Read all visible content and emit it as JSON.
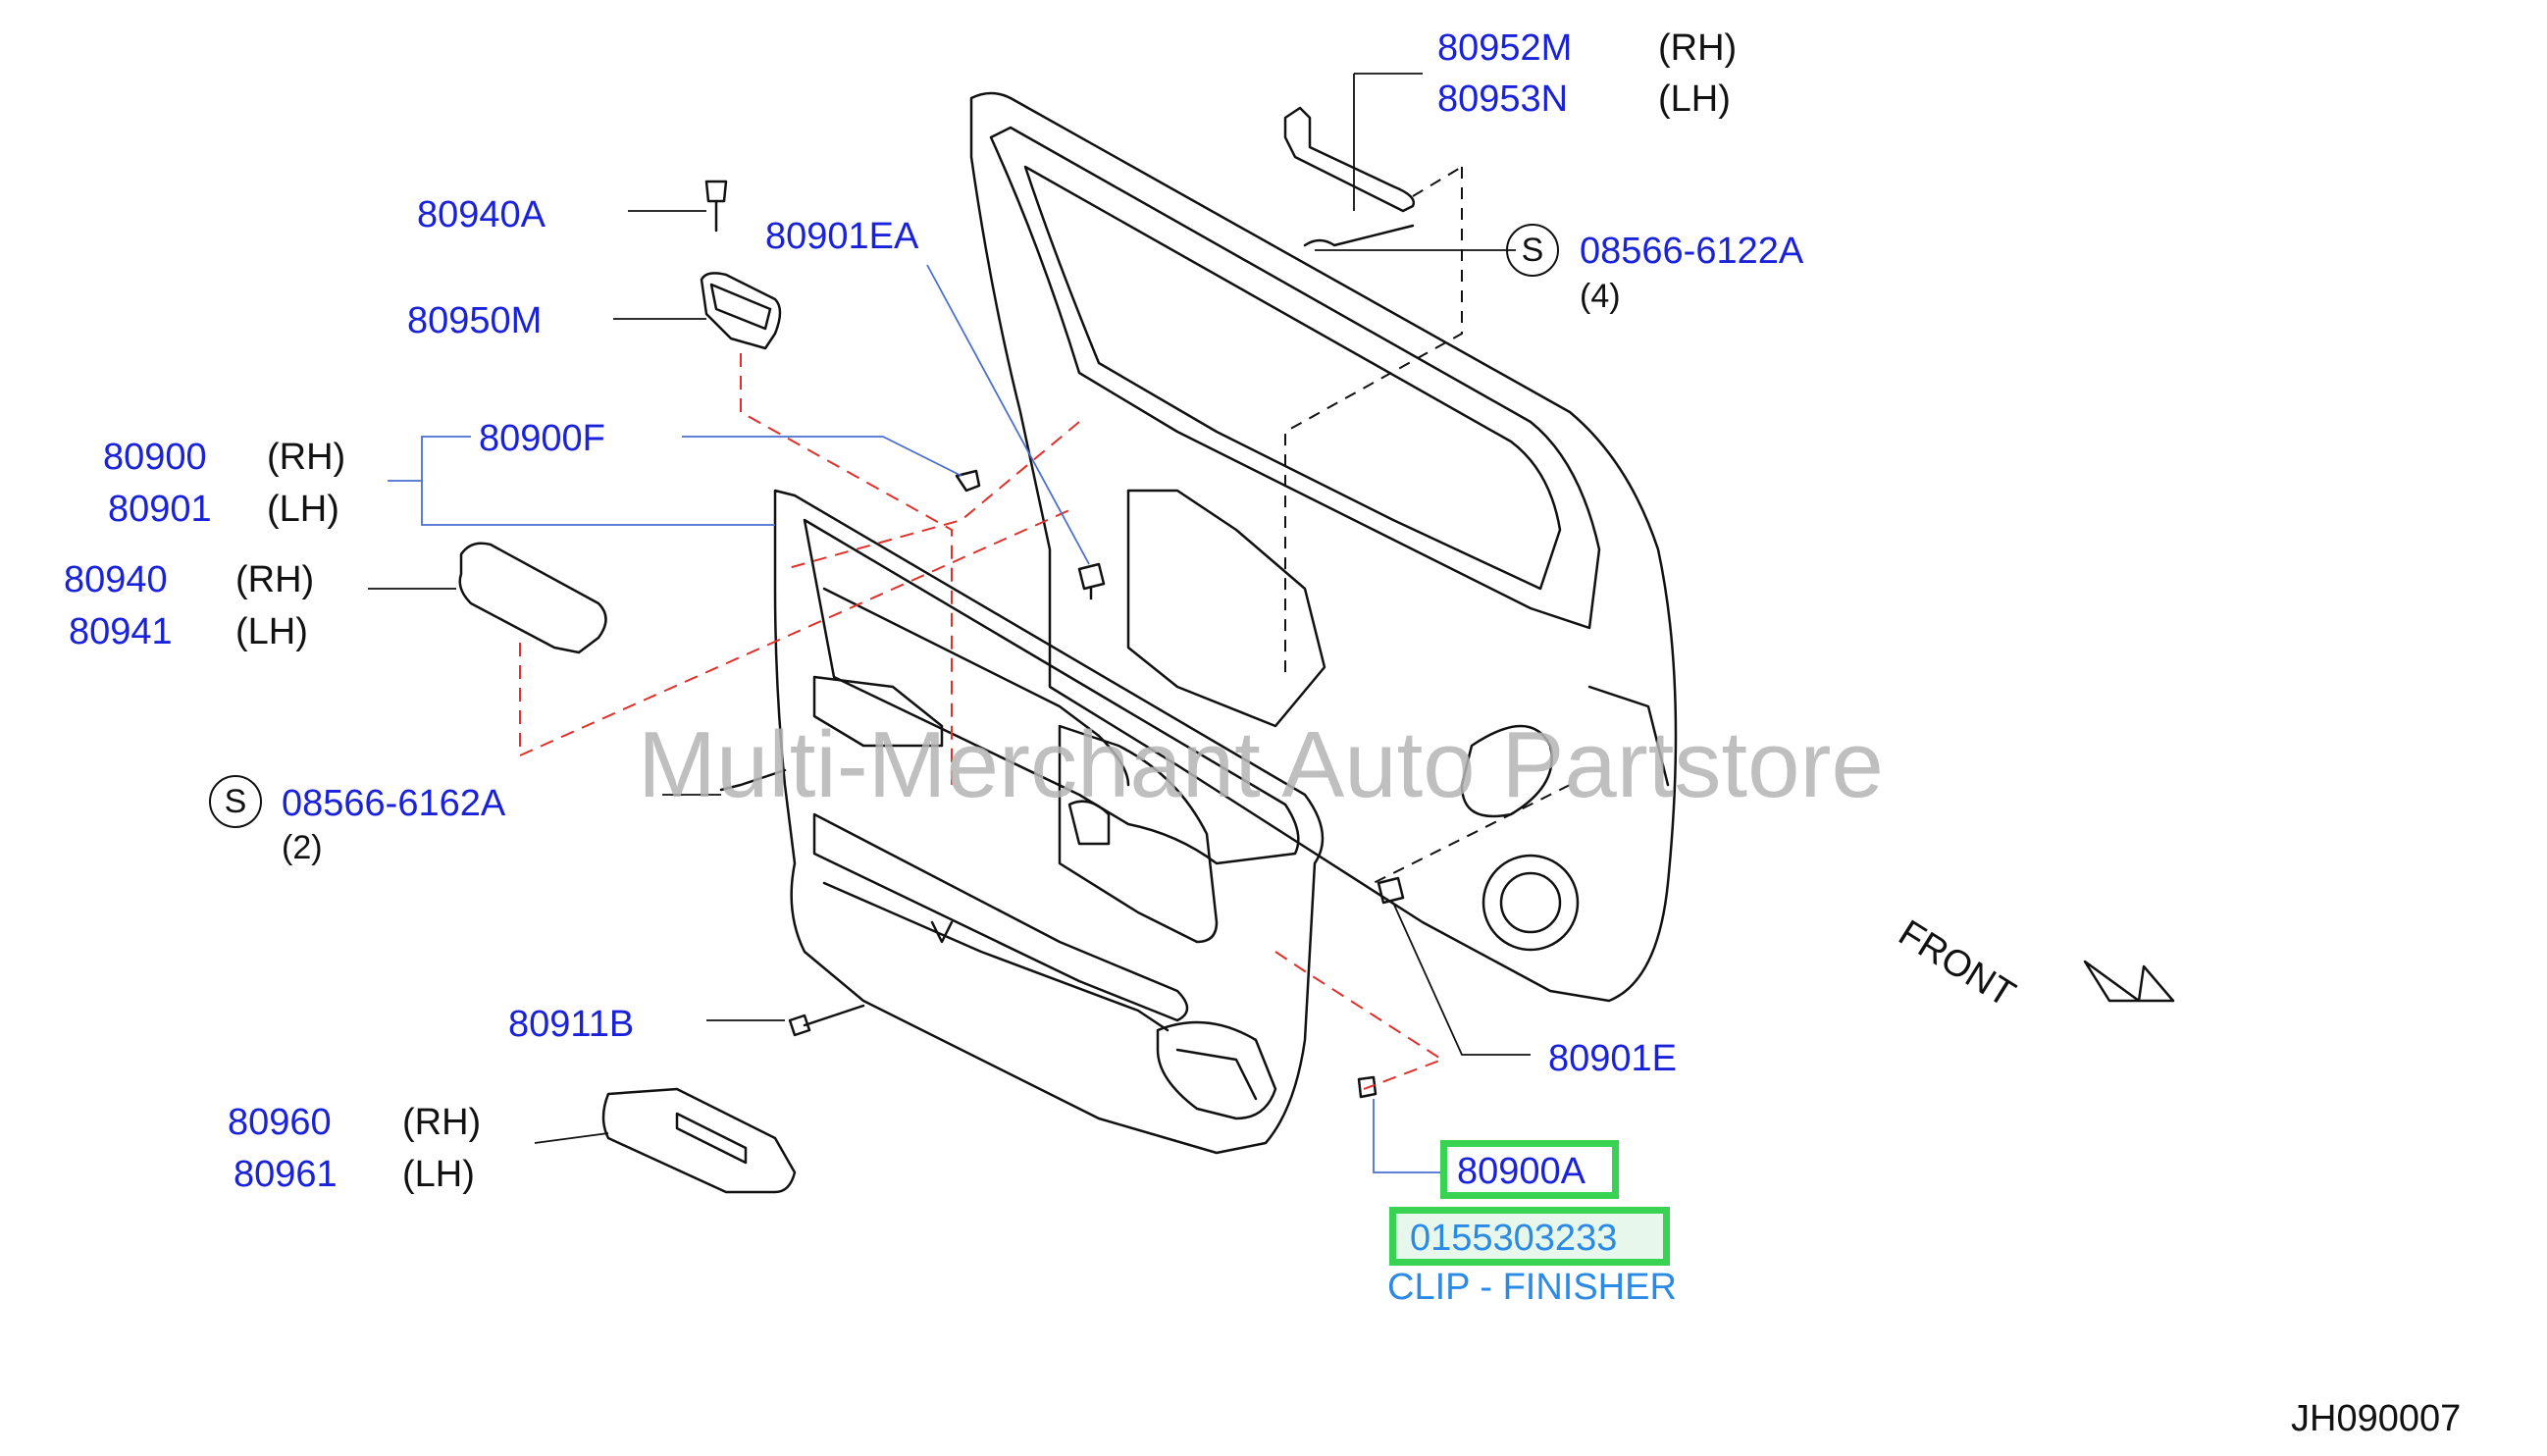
{
  "diagram": {
    "watermark": "Multi-Merchant Auto Partstore",
    "direction_label": "FRONT",
    "diagram_code": "JH090007",
    "parts": {
      "p80952M": {
        "number": "80952M",
        "side": "(RH)"
      },
      "p80953N": {
        "number": "80953N",
        "side": "(LH)"
      },
      "p80940A": {
        "number": "80940A"
      },
      "p80901EA": {
        "number": "80901EA"
      },
      "screw_08566_6122A": {
        "symbol": "S",
        "number": "08566-6122A",
        "qty": "(4)"
      },
      "p80950M": {
        "number": "80950M"
      },
      "p80900F": {
        "number": "80900F"
      },
      "p80900": {
        "number": "80900",
        "side": "(RH)"
      },
      "p80901": {
        "number": "80901",
        "side": "(LH)"
      },
      "p80940": {
        "number": "80940",
        "side": "(RH)"
      },
      "p80941": {
        "number": "80941",
        "side": "(LH)"
      },
      "screw_08566_6162A": {
        "symbol": "S",
        "number": "08566-6162A",
        "qty": "(2)"
      },
      "p80911B": {
        "number": "80911B"
      },
      "p80901E": {
        "number": "80901E"
      },
      "p80960": {
        "number": "80960",
        "side": "(RH)"
      },
      "p80961": {
        "number": "80961",
        "side": "(LH)"
      },
      "p80900A": {
        "number": "80900A",
        "oem_number": "0155303233",
        "description": "CLIP - FINISHER"
      }
    },
    "colors": {
      "part_number": "#1a22d9",
      "highlight": "#39d353",
      "description": "#2a8ae6",
      "leader": "#4a6fd0",
      "dashed": "#e0302a"
    }
  }
}
